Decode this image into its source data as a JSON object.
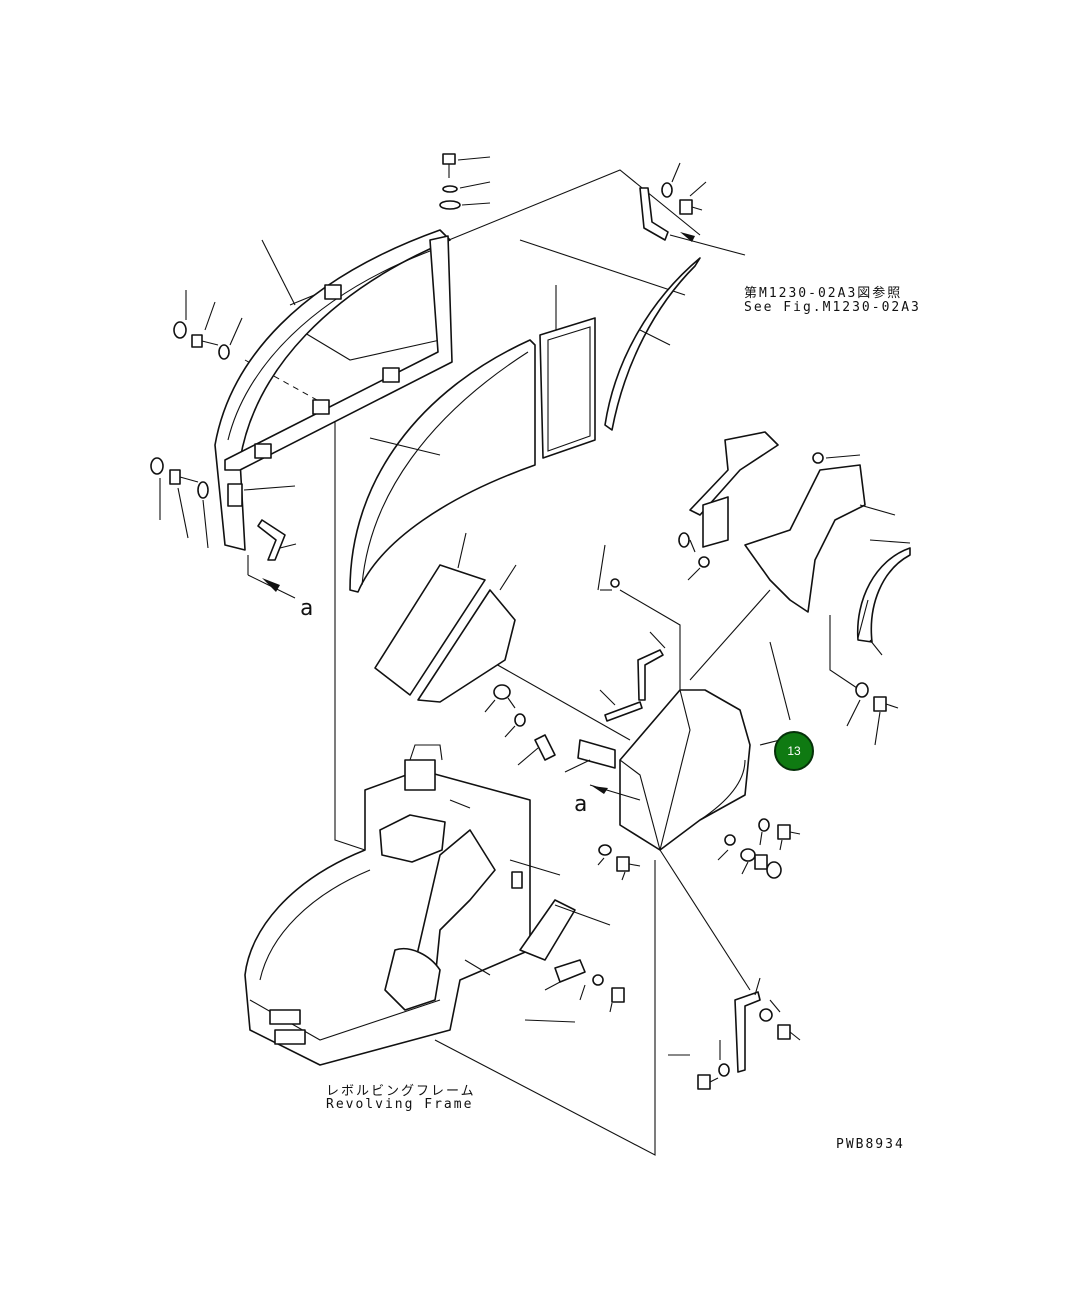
{
  "reference": {
    "jp": "第M1230-02A3図参照",
    "en": "See Fig.M1230-02A3"
  },
  "frame_label": {
    "jp": "レボルビングフレーム",
    "en": "Revolving Frame"
  },
  "view_letters": [
    "a",
    "a"
  ],
  "drawing_number": "PWB8934",
  "callouts": [
    {
      "number": "13",
      "color": "#0f7a12"
    }
  ]
}
